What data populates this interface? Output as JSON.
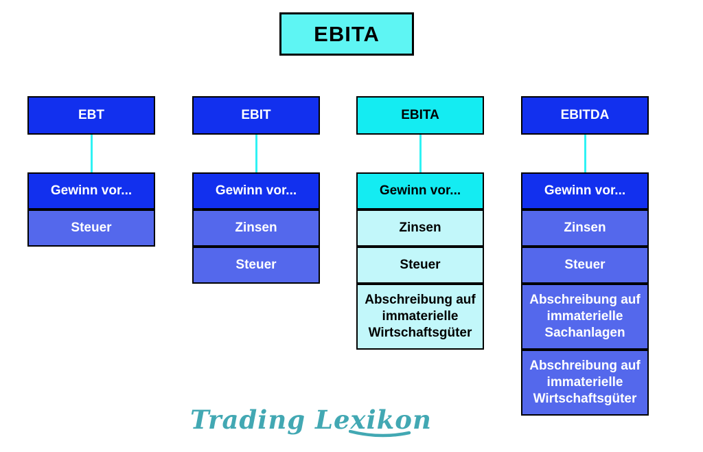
{
  "title_box": {
    "label": "EBITA"
  },
  "columns": [
    {
      "header": {
        "label": "EBT"
      },
      "rows": [
        {
          "label": "Gewinn vor..."
        },
        {
          "label": "Steuer"
        }
      ]
    },
    {
      "header": {
        "label": "EBIT"
      },
      "rows": [
        {
          "label": "Gewinn vor..."
        },
        {
          "label": "Zinsen"
        },
        {
          "label": "Steuer"
        }
      ]
    },
    {
      "header": {
        "label": "EBITA"
      },
      "rows": [
        {
          "label": "Gewinn vor..."
        },
        {
          "label": "Zinsen"
        },
        {
          "label": "Steuer"
        },
        {
          "label": "Abschreibung auf immaterielle Wirtschaftsgüter"
        }
      ]
    },
    {
      "header": {
        "label": "EBITDA"
      },
      "rows": [
        {
          "label": "Gewinn vor..."
        },
        {
          "label": "Zinsen"
        },
        {
          "label": "Steuer"
        },
        {
          "label": "Abschreibung auf immaterielle Sachanlagen"
        },
        {
          "label": "Abschreibung auf immaterielle Wirtschaftsgüter"
        }
      ]
    }
  ],
  "logo": {
    "text": "Trading Lexikon"
  },
  "colors": {
    "dark_blue": "#1230ee",
    "light_blue": "#5468ec",
    "cyan_bright": "#14ecf2",
    "cyan_title": "#5ef5f3",
    "pale_cyan": "#c2f7fa",
    "connector": "#2ff2f4",
    "logo_teal": "#42a8b3",
    "border": "#000000"
  }
}
